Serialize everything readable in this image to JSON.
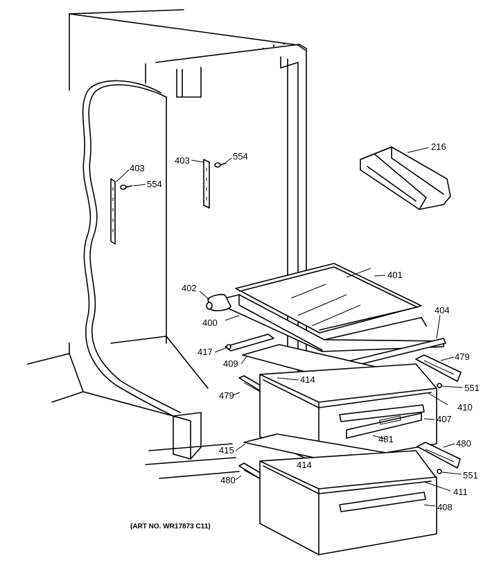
{
  "labels": {
    "p216": "216",
    "p403a": "403",
    "p554a": "554",
    "p403b": "403",
    "p554b": "554",
    "p401": "401",
    "p402": "402",
    "p400": "400",
    "p404": "404",
    "p417": "417",
    "p409": "409",
    "p479a": "479",
    "p414a": "414",
    "p551a": "551",
    "p410": "410",
    "p479b": "479",
    "p407": "407",
    "p481": "481",
    "p480a": "480",
    "p415": "415",
    "p414b": "414",
    "p551b": "551",
    "p411": "411",
    "p480b": "480",
    "p408": "408"
  },
  "caption": "(ART NO. WR17873 C11)"
}
